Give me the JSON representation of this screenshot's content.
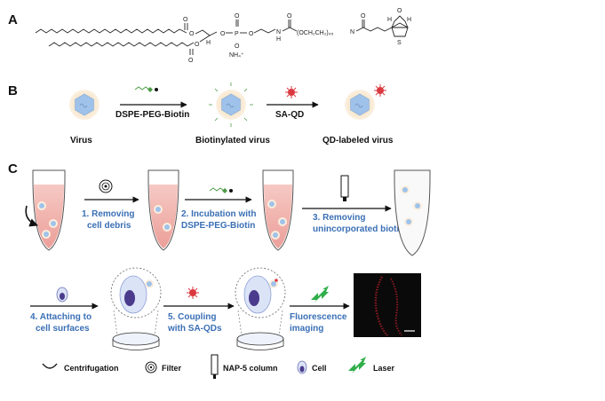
{
  "panels": {
    "a": "A",
    "b": "B",
    "c": "C"
  },
  "structure": {
    "atom_o": "O",
    "atom_h": "H",
    "atom_p": "P",
    "atom_nh4": "NH₄⁺",
    "atom_n": "N",
    "atom_ch": "(OCH₂CH₂)₄₅",
    "atom_s": "S"
  },
  "panel_b": {
    "virus_label": "Virus",
    "step1_label": "DSPE-PEG-Biotin",
    "biotinylated_label": "Biotinylated virus",
    "step2_label": "SA-QD",
    "qd_label": "QD-labeled virus"
  },
  "panel_c": {
    "step1_line1": "1. Removing",
    "step1_line2": "cell debris",
    "step2_line1": "2. Incubation with",
    "step2_line2": "DSPE-PEG-Biotin",
    "step3_line1": "3. Removing",
    "step3_line2": "unincorporated biotin",
    "step4_line1": "4. Attaching to",
    "step4_line2": "cell surfaces",
    "step5_line1": "5. Coupling",
    "step5_line2": "with SA-QDs",
    "step6_line1": "Fluorescence",
    "step6_line2": "imaging"
  },
  "legend": {
    "centrifugation": "Centrifugation",
    "filter": "Filter",
    "column": "NAP-5 column",
    "cell": "Cell",
    "laser": "Laser"
  },
  "colors": {
    "text_blue": "#3a6fb5",
    "tube_fill": "#f0b9b4",
    "virus_core": "#9fc2ea",
    "virus_halo": "#f6e4c8",
    "cell_nucleus": "#4a3b8c",
    "qd_red": "#d9393f",
    "laser_green": "#2fae49",
    "fluo_bg": "#0a0a0a"
  }
}
